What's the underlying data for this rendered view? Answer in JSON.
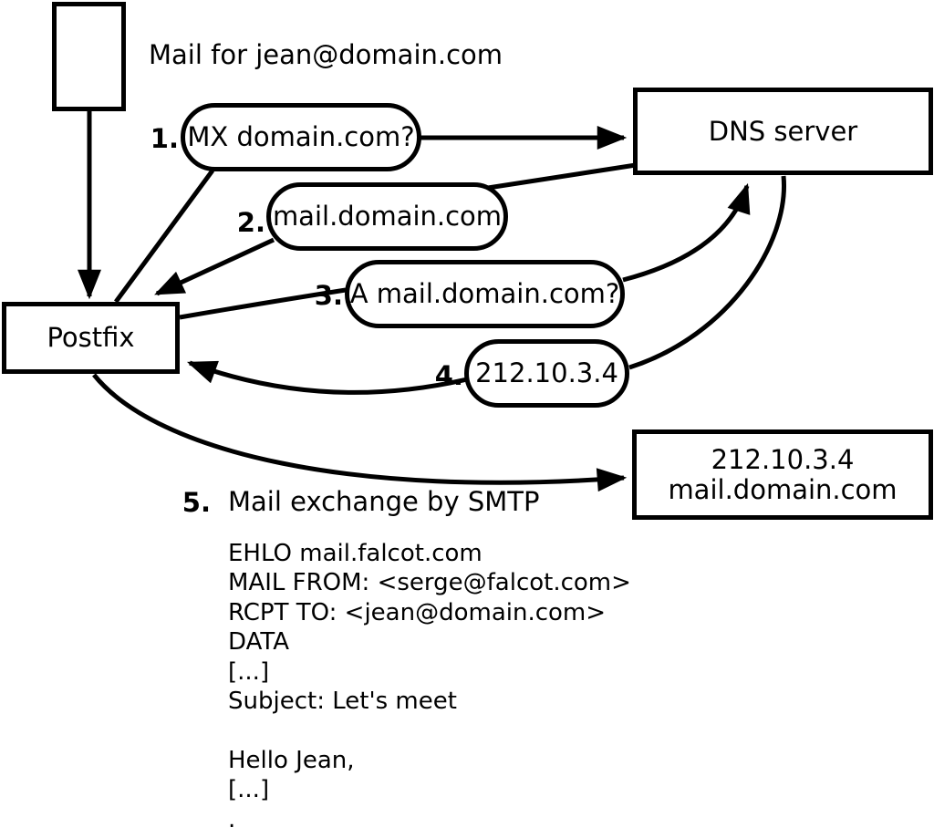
{
  "labels": {
    "mail_for": "Mail for jean@domain.com"
  },
  "nodes": {
    "postfix": "Postfix",
    "dns": "DNS server",
    "mailserver_line1": "212.10.3.4",
    "mailserver_line2": "mail.domain.com"
  },
  "steps": [
    {
      "num": "1.",
      "label": "MX domain.com?"
    },
    {
      "num": "2.",
      "label": "mail.domain.com"
    },
    {
      "num": "3.",
      "label": "A mail.domain.com?"
    },
    {
      "num": "4.",
      "label": "212.10.3.4"
    },
    {
      "num": "5.",
      "label": "Mail exchange by SMTP"
    }
  ],
  "smtp": {
    "lines": [
      "EHLO mail.falcot.com",
      "MAIL FROM: <serge@falcot.com>",
      "RCPT TO: <jean@domain.com>",
      "DATA",
      "[...]",
      "Subject: Let's meet",
      "",
      "Hello Jean,",
      "[...]",
      "."
    ]
  },
  "colors": {
    "stroke": "#000000",
    "background": "#ffffff"
  }
}
